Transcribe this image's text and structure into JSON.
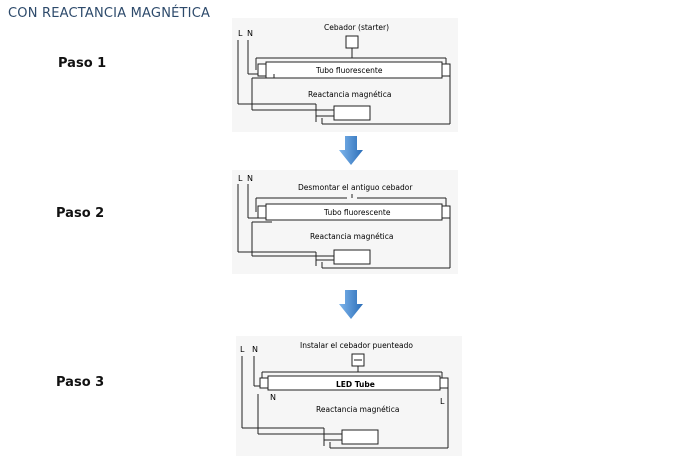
{
  "header": {
    "title": "CON REACTANCIA MAGNÉTICA"
  },
  "colors": {
    "arrow": "#4a90d9",
    "arrow_dark": "#2a6db8",
    "title": "#2d4a6b"
  },
  "steps": [
    {
      "label": "Paso 1",
      "L": "L",
      "N": "N",
      "top_label": "Cebador (starter)",
      "tube_label": "Tubo fluorescente",
      "ballast_label": "Reactancia magnética"
    },
    {
      "label": "Paso 2",
      "L": "L",
      "N": "N",
      "top_label": "Desmontar el antiguo cebador",
      "tube_label": "Tubo fluorescente",
      "ballast_label": "Reactancia magnética"
    },
    {
      "label": "Paso 3",
      "L": "L",
      "N": "N",
      "top_label": "Instalar el cebador puenteado",
      "tube_label": "LED Tube",
      "ballast_label": "Reactancia magnética",
      "end_left": "N",
      "end_right": "L"
    }
  ]
}
